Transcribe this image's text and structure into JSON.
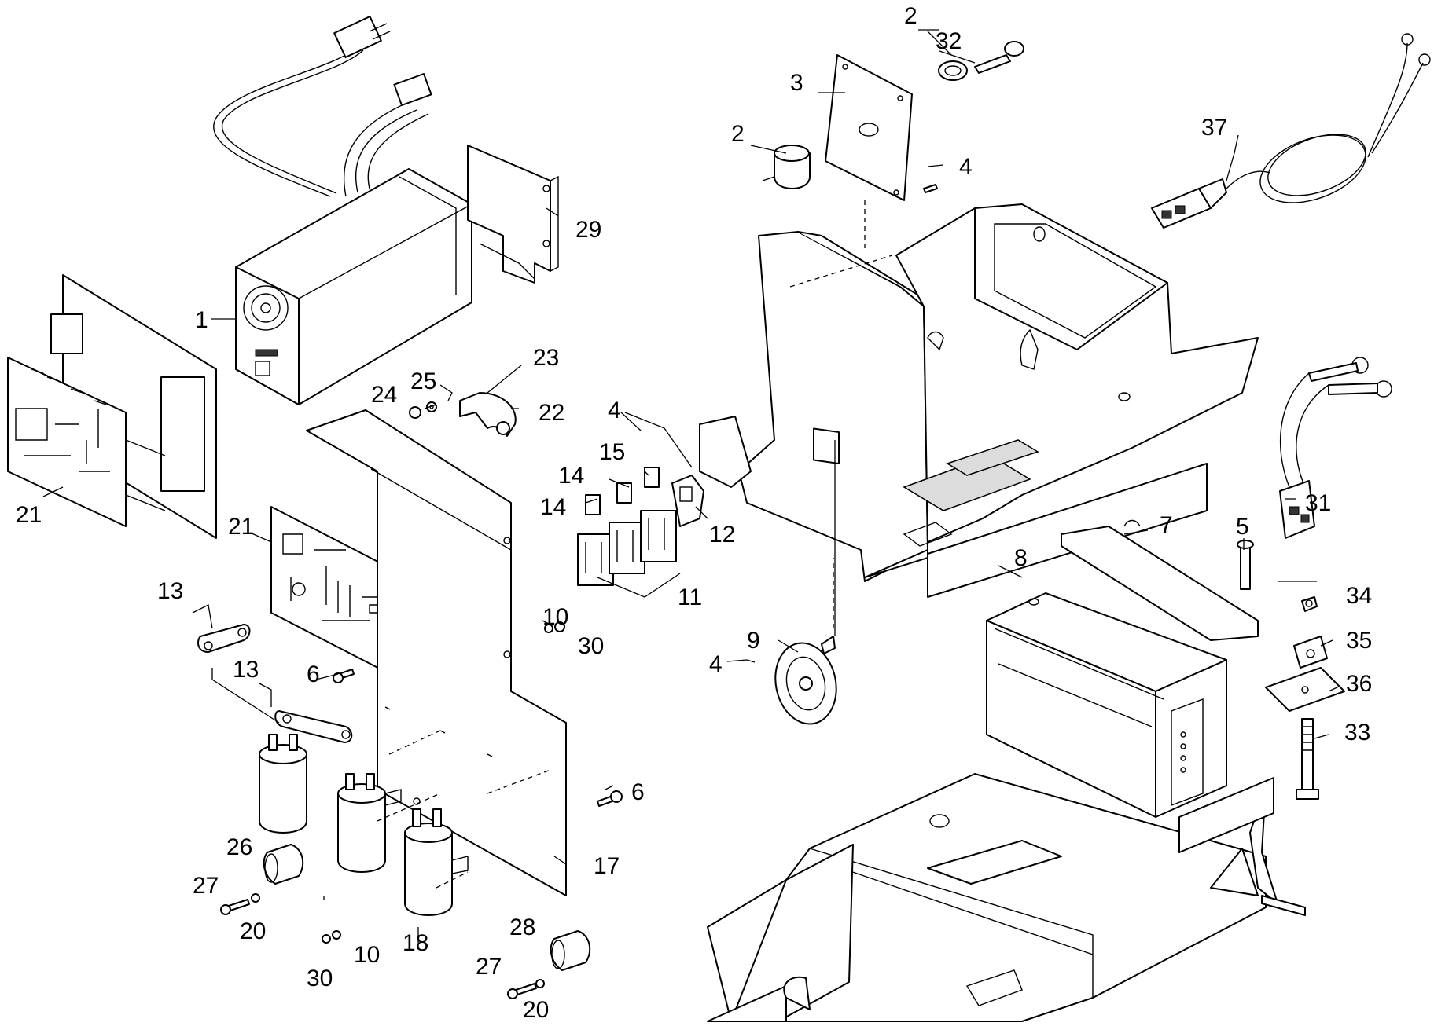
{
  "callouts": [
    {
      "label": "1"
    },
    {
      "label": "2"
    },
    {
      "label": "2"
    },
    {
      "label": "3"
    },
    {
      "label": "4"
    },
    {
      "label": "4"
    },
    {
      "label": "4"
    },
    {
      "label": "5"
    },
    {
      "label": "6"
    },
    {
      "label": "6"
    },
    {
      "label": "7"
    },
    {
      "label": "8"
    },
    {
      "label": "9"
    },
    {
      "label": "10"
    },
    {
      "label": "10"
    },
    {
      "label": "11"
    },
    {
      "label": "12"
    },
    {
      "label": "13"
    },
    {
      "label": "13"
    },
    {
      "label": "14"
    },
    {
      "label": "14"
    },
    {
      "label": "15"
    },
    {
      "label": "17"
    },
    {
      "label": "18"
    },
    {
      "label": "20"
    },
    {
      "label": "20"
    },
    {
      "label": "21"
    },
    {
      "label": "21"
    },
    {
      "label": "22"
    },
    {
      "label": "23"
    },
    {
      "label": "24"
    },
    {
      "label": "25"
    },
    {
      "label": "26"
    },
    {
      "label": "27"
    },
    {
      "label": "27"
    },
    {
      "label": "28"
    },
    {
      "label": "29"
    },
    {
      "label": "30"
    },
    {
      "label": "30"
    },
    {
      "label": "31"
    },
    {
      "label": "32"
    },
    {
      "label": "33"
    },
    {
      "label": "34"
    },
    {
      "label": "35"
    },
    {
      "label": "36"
    },
    {
      "label": "37"
    }
  ]
}
